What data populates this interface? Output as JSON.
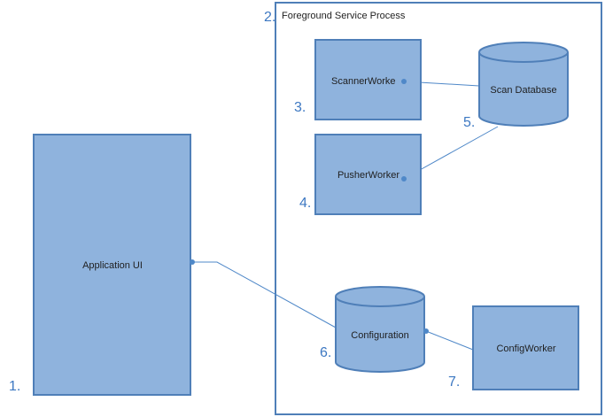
{
  "process": {
    "number": "2.",
    "title": "Foreground Service Process"
  },
  "nodes": {
    "application_ui": {
      "number": "1.",
      "label": "Application UI"
    },
    "scanner_worker": {
      "number": "3.",
      "label": "ScannerWorke"
    },
    "pusher_worker": {
      "number": "4.",
      "label": "PusherWorker"
    },
    "scan_database": {
      "number": "5.",
      "label": "Scan Database"
    },
    "configuration": {
      "number": "6.",
      "label": "Configuration"
    },
    "config_worker": {
      "number": "7.",
      "label": "ConfigWorker"
    }
  },
  "colors": {
    "fill": "#8fb3dd",
    "stroke": "#4f7fb8",
    "connector": "#4f88c8",
    "number_text": "#3d78c2"
  }
}
